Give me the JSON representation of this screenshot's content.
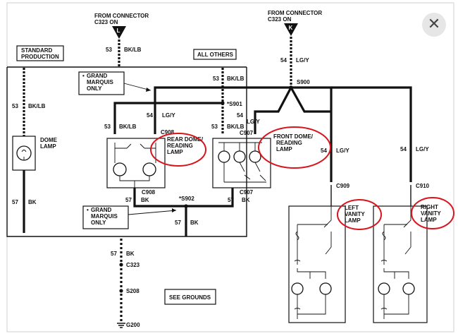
{
  "ui": {
    "close_icon": "close-icon",
    "close_glyph": "✕"
  },
  "diagram": {
    "connector_left": {
      "line1": "FROM CONNECTOR",
      "line2": "C323 ON",
      "pin": "L"
    },
    "connector_right": {
      "line1": "FROM CONNECTOR",
      "line2": "C323 ON",
      "pin": "K"
    },
    "standard_production": {
      "line1": "STANDARD",
      "line2": "PRODUCTION"
    },
    "all_others": "ALL OTHERS",
    "grand_marquis_top": {
      "line1": "GRAND",
      "line2": "MARQUIS",
      "line3": "ONLY",
      "bullet": "•"
    },
    "grand_marquis_bottom": {
      "line1": "GRAND",
      "line2": "MARQUIS",
      "line3": "ONLY",
      "bullet": "•"
    },
    "wire_labels": {
      "w53_bklb_top": {
        "num": "53",
        "color": "BK/LB"
      },
      "w53_bklb_left": {
        "num": "53",
        "color": "BK/LB"
      },
      "w53_bklb_mid": {
        "num": "53",
        "color": "BK/LB"
      },
      "w53_bklb_rear": {
        "num": "53",
        "color": "BK/LB"
      },
      "w53_bklb_center": {
        "num": "53",
        "color": "BK/LB"
      },
      "w54_lgy_top": {
        "num": "54",
        "color": "LG/Y"
      },
      "w54_lgy_mid": {
        "num": "54",
        "color": "LG/Y"
      },
      "w54_lgy_front": {
        "num": "54",
        "color": "LG/Y"
      },
      "w54_lgy_left": {
        "num": "54",
        "color": "LG/Y"
      },
      "w54_lgy_right": {
        "num": "54",
        "color": "LG/Y"
      },
      "w57_bk_dome": {
        "num": "57",
        "color": "BK"
      },
      "w57_bk_rear": {
        "num": "57",
        "color": "BK"
      },
      "w57_bk_front": {
        "num": "57",
        "color": "BK"
      },
      "w57_bk_s902": {
        "num": "57",
        "color": "BK"
      },
      "w57_bk_ground": {
        "num": "57",
        "color": "BK"
      }
    },
    "splices": {
      "s900": "S900",
      "s901": "*S901",
      "s902": "*S902",
      "s208": "S208"
    },
    "connectors": {
      "c908_top": "C908",
      "c907_top": "C907",
      "c908_bottom": "C908",
      "c907_bottom": "C907",
      "c909": "C909",
      "c910": "C910",
      "c323": "C323",
      "g200": "G200"
    },
    "lamps": {
      "dome": {
        "line1": "DOME",
        "line2": "LAMP"
      },
      "rear_dome": {
        "line1": "REAR DOME/",
        "line2": "READING",
        "line3": "LAMP"
      },
      "front_dome": {
        "line1": "FRONT DOME/",
        "line2": "READING",
        "line3": "LAMP"
      },
      "left_vanity": {
        "line1": "LEFT",
        "line2": "VANITY",
        "line3": "LAMP"
      },
      "right_vanity": {
        "line1": "RIGHT",
        "line2": "VANITY",
        "line3": "LAMP"
      }
    },
    "see_grounds": "SEE GROUNDS"
  }
}
